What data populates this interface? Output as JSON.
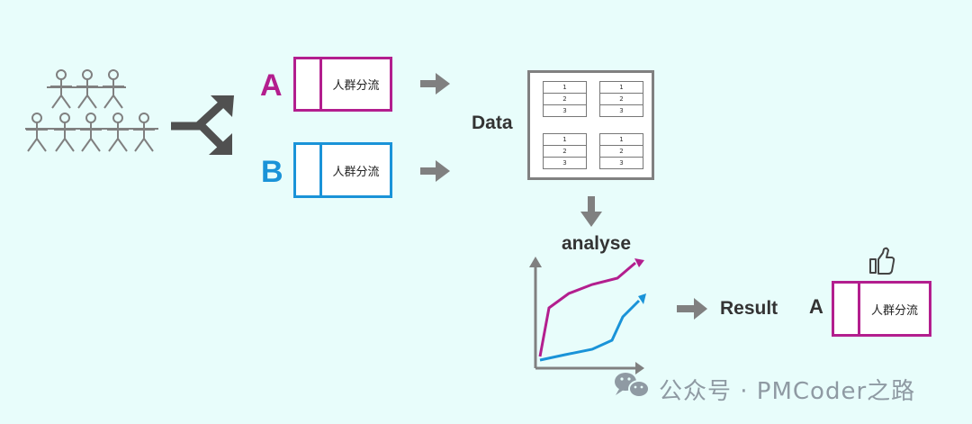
{
  "variant_a": {
    "letter": "A",
    "label": "人群分流",
    "color": "#b31e8e"
  },
  "variant_b": {
    "letter": "B",
    "label": "人群分流",
    "color": "#1a93d8"
  },
  "data_label": "Data",
  "data_tables": [
    {
      "rows": [
        "1",
        "2",
        "3"
      ]
    },
    {
      "rows": [
        "1",
        "2",
        "3"
      ]
    },
    {
      "rows": [
        "1",
        "2",
        "3"
      ]
    },
    {
      "rows": [
        "1",
        "2",
        "3"
      ]
    }
  ],
  "analyse_label": "analyse",
  "result_label": "Result",
  "result": {
    "letter": "A",
    "label": "人群分流"
  },
  "watermark": "公众号 · PMCoder之路",
  "icons": [
    "people-crowd-icon",
    "split-arrow-icon",
    "arrow-right-icon",
    "arrow-down-icon",
    "thumbs-up-icon",
    "wechat-icon"
  ],
  "colors": {
    "background": "#e8fdfb",
    "accent_a": "#b31e8e",
    "accent_b": "#1a93d8",
    "arrow": "#808080",
    "dark_arrow": "#505050"
  }
}
